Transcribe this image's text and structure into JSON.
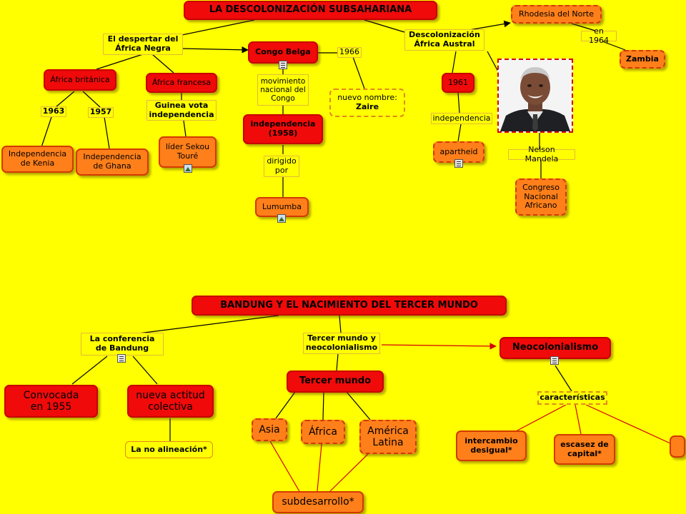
{
  "top": {
    "title": "LA DESCOLONIZACIÓN SUBSAHARIANA",
    "despertar": "El despertar del África Negra",
    "congo_belga": "Congo Belga",
    "year_1966": "1966",
    "nuevo_nombre": "nuevo nombre:",
    "zaire": "Zaire",
    "movimiento": "movimiento nacional del Congo",
    "independencia_1958": "independencia (1958)",
    "dirigido_por": "dirigido por",
    "lumumba": "Lumumba",
    "africa_britanica": "África británica",
    "africa_francesa": "África francesa",
    "year_1963": "1963",
    "year_1957": "1957",
    "guinea_vota": "Guinea vota independencia",
    "indep_kenia": "Independencia de Kenia",
    "indep_ghana": "Independencia de Ghana",
    "lider_sekou": "líder Sekou Touré",
    "descolonizacion_austral": "Descolonización África Austral",
    "rhodesia": "Rhodesia del Norte",
    "en_1964": "en 1964",
    "zambia": "Zambia",
    "year_1961": "1961",
    "independencia": "independencia",
    "apartheid": "apartheid",
    "nelson_mandela": "Nelson Mandela",
    "congreso": "Congreso Nacional Africano"
  },
  "bottom": {
    "title": "BANDUNG Y EL NACIMIENTO DEL TERCER MUNDO",
    "conferencia": "La conferencia de Bandung",
    "tercer_mundo_neo": "Tercer mundo y neocolonialismo",
    "neocolonialismo": "Neocolonialismo",
    "convocada": "Convocada en 1955",
    "nueva_actitud": "nueva actitud colectiva",
    "no_alineacion": "La no alineación*",
    "tercer_mundo": "Tercer mundo",
    "asia": "Asia",
    "africa": "África",
    "america_latina": "América Latina",
    "subdesarrollo": "subdesarrollo*",
    "caracteristicas": "características",
    "intercambio": "intercambio desigual*",
    "escasez": "escasez de capital*"
  },
  "icons": {
    "document": "document-icon",
    "image": "image-icon",
    "portrait": "portrait-photo"
  }
}
